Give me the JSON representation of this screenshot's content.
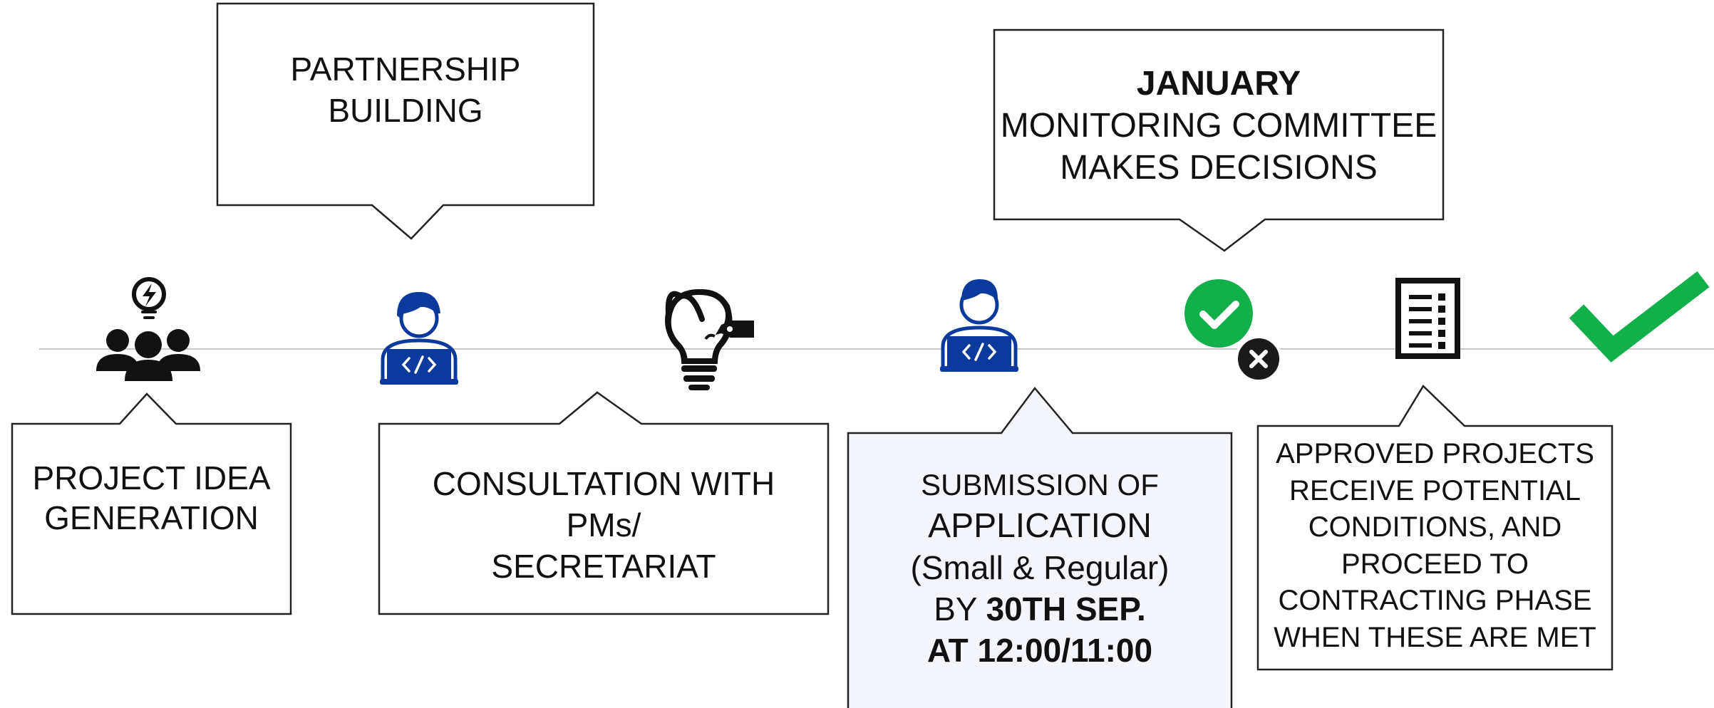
{
  "steps": {
    "partnership": {
      "line1": "PARTNERSHIP",
      "line2": "BUILDING"
    },
    "monitoring": {
      "line1": "JANUARY",
      "line2": "MONITORING COMMITTEE",
      "line3": "MAKES DECISIONS"
    },
    "project_idea": {
      "line1": "PROJECT IDEA",
      "line2": "GENERATION"
    },
    "consultation": {
      "line1": "CONSULTATION WITH",
      "line2": "PMs/",
      "line3": "SECRETARIAT"
    },
    "submission": {
      "line1": "SUBMISSION OF",
      "line2": "APPLICATION",
      "line3": "(Small & Regular)",
      "line4_prefix": "BY",
      "line4_bold": "30TH SEP.",
      "line5": "AT 12:00/11:00"
    },
    "approved": {
      "line1": "APPROVED PROJECTS",
      "line2": "RECEIVE POTENTIAL",
      "line3": "CONDITIONS, AND",
      "line4": "PROCEED TO",
      "line5": "CONTRACTING PHASE",
      "line6": "WHEN THESE ARE MET"
    }
  },
  "icons": [
    "team-idea-icon",
    "developer-icon",
    "lightbulb-tag-icon",
    "developer-icon",
    "check-reject-icon",
    "document-list-icon",
    "checkmark-icon"
  ],
  "colors": {
    "developer_blue": "#0a3a9c",
    "check_green": "#12b04a",
    "reject_black": "#1a1a1a",
    "submission_fill": "#f4f5fb",
    "timeline": "#c8c8c8"
  }
}
